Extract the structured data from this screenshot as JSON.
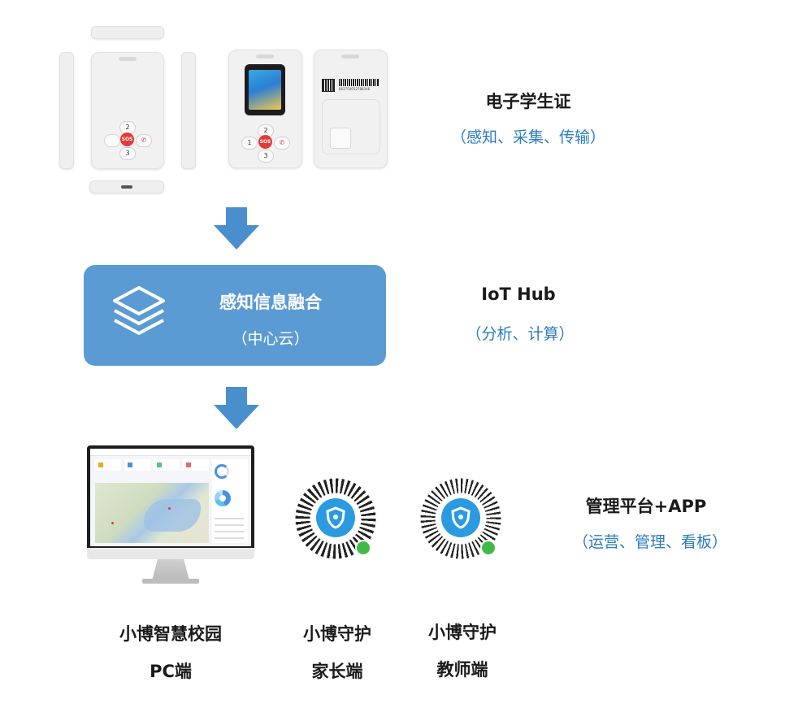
{
  "device": {
    "title": "电子学生证",
    "subtitle": "（感知、采集、传输）",
    "keys": {
      "two": "2",
      "three": "3",
      "one": "1",
      "sos": "SOS"
    },
    "serial": "862750052788346"
  },
  "hub": {
    "title": "感知信息融合",
    "subtitle": "（中心云）",
    "side_title": "IoT Hub",
    "side_subtitle": "（分析、计算）"
  },
  "platform": {
    "title": "管理平台+APP",
    "subtitle": "（运营、管理、看板）"
  },
  "apps": [
    {
      "line1": "小博智慧校园",
      "line2": "PC端"
    },
    {
      "line1": "小博守护",
      "line2": "家长端"
    },
    {
      "line1": "小博守护",
      "line2": "教师端"
    }
  ],
  "colors": {
    "accent": "#2a7bc0",
    "hub": "#5b9bd3",
    "arrow": "#4a8fcd",
    "sos": "#e53935"
  }
}
